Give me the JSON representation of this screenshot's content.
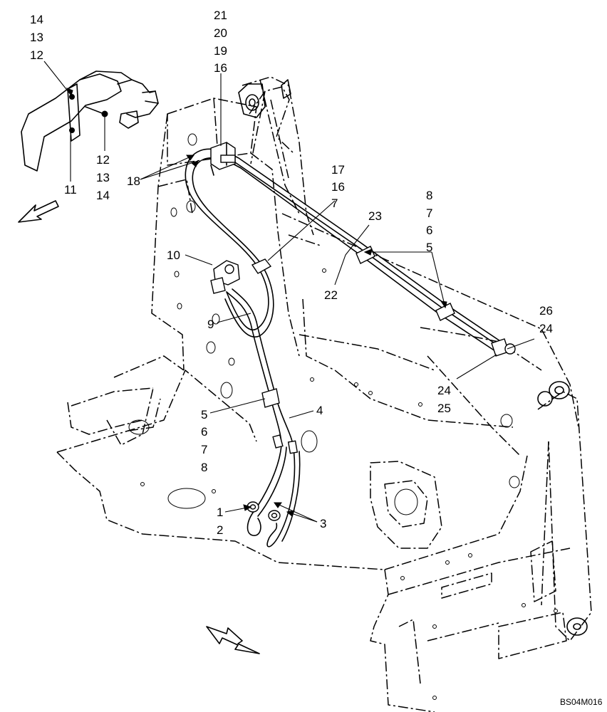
{
  "figure": {
    "code": "BS04M016",
    "callouts": {
      "p14a": "14",
      "p13a": "13",
      "p12a": "12",
      "p12b": "12",
      "p13b": "13",
      "p14b": "14",
      "p11": "11",
      "p21": "21",
      "p20": "20",
      "p19": "19",
      "p16a": "16",
      "p18": "18",
      "p17": "17",
      "p16b": "16",
      "p7a": "7",
      "p23": "23",
      "p22": "22",
      "p8a": "8",
      "p7b": "7",
      "p6a": "6",
      "p5a": "5",
      "p10": "10",
      "p9": "9",
      "p26": "26",
      "p24a": "24",
      "p24b": "24",
      "p25": "25",
      "p4": "4",
      "p5b": "5",
      "p6b": "6",
      "p7c": "7",
      "p8b": "8",
      "p1": "1",
      "p2": "2",
      "p3": "3"
    }
  }
}
